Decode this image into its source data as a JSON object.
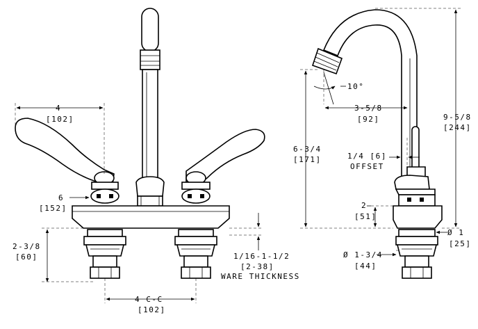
{
  "front_view": {
    "handle_reach": {
      "value": "4",
      "metric": "[102]"
    },
    "handle_offset": {
      "value": "6",
      "metric": "[152]"
    },
    "body_height": {
      "value": "2-3/8",
      "metric": "[60]"
    },
    "ware_thickness": {
      "value": "1/16-1-1/2",
      "metric": "[2-38]",
      "label": "WARE THICKNESS"
    },
    "center_spacing": {
      "value": "4 C-C",
      "metric": "[102]"
    }
  },
  "side_view": {
    "spout_angle": {
      "value": "10°"
    },
    "spout_reach": {
      "value": "3-5/8",
      "metric": "[92]"
    },
    "spout_height": {
      "value": "6-3/4",
      "metric": "[171]"
    },
    "overall_height": {
      "value": "9-5/8",
      "metric": "[244]"
    },
    "offset": {
      "value": "1/4 [6]",
      "label": "OFFSET"
    },
    "deck_height": {
      "value": "2",
      "metric": "[51]"
    },
    "shank_diameter": {
      "value": "Ø 1",
      "metric": "[25]"
    },
    "base_diameter": {
      "value": "Ø 1-3/4",
      "metric": "[44]"
    }
  }
}
